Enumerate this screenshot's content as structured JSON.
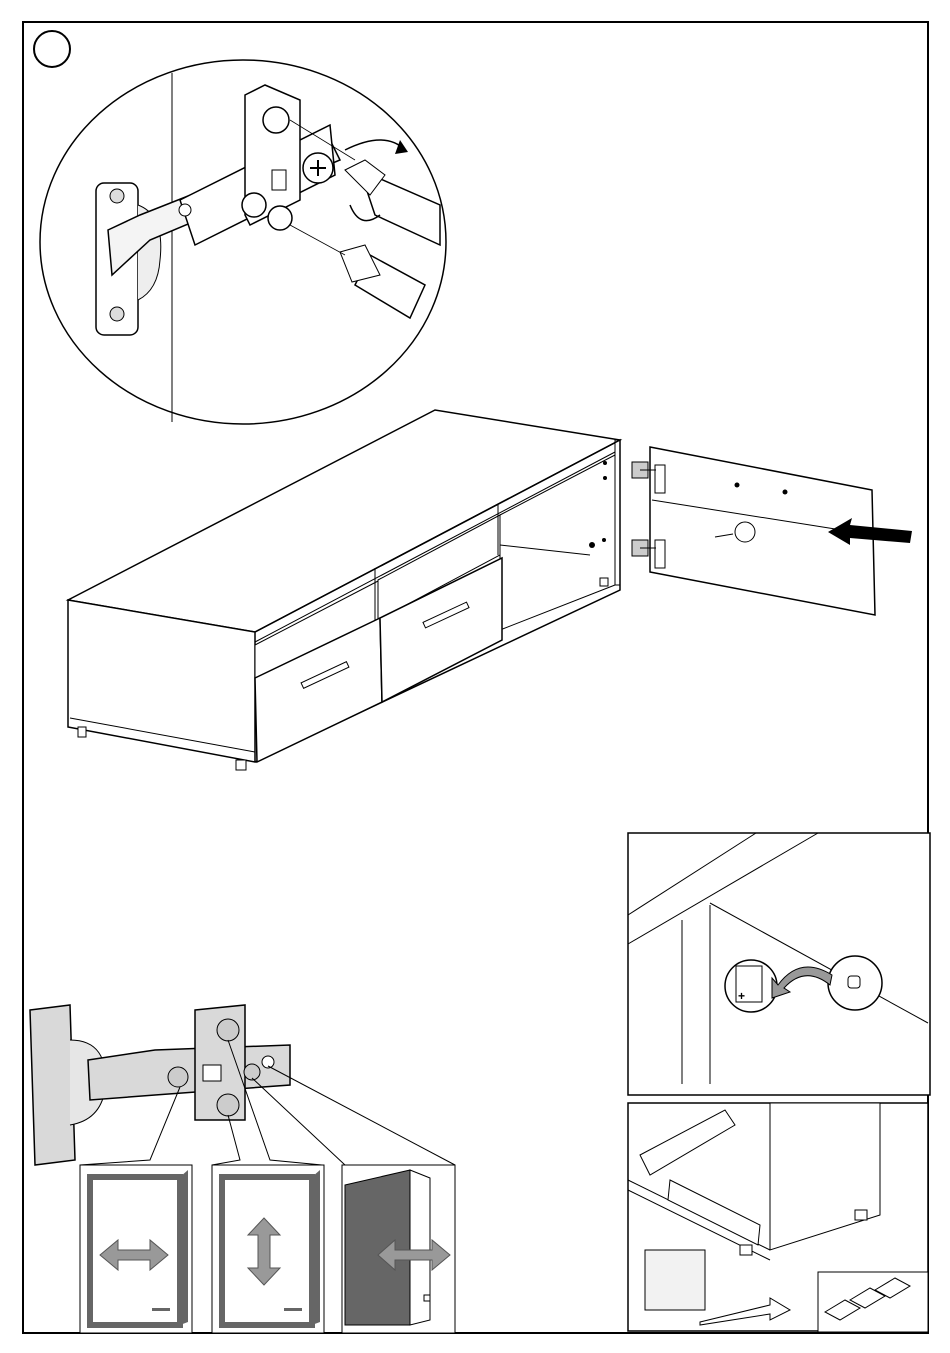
{
  "page": {
    "step_number": "",
    "type": "assembly-instruction"
  },
  "callouts": {
    "detail_top": "hinge-screw-adjustment",
    "main": "tv-cabinet-with-door",
    "detail_right": "hole-cover-cap",
    "detail_bottom_right": "leveling",
    "detail_bottom_left": "hinge-adjustment"
  },
  "adjustments": [
    {
      "icon": "horizontal-arrow-icon",
      "direction": "left-right"
    },
    {
      "icon": "vertical-arrow-icon",
      "direction": "up-down"
    },
    {
      "icon": "depth-arrow-icon",
      "direction": "in-out"
    }
  ],
  "colors": {
    "line": "#000000",
    "panel_fill": "#ffffff",
    "hinge_fill": "#d9d9d9",
    "frame_dark": "#666666",
    "arrow_fill": "#999999",
    "solid_arrow": "#000000"
  }
}
